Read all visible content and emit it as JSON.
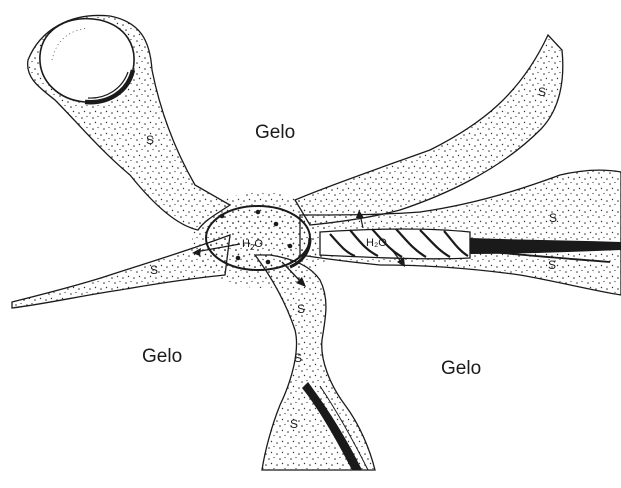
{
  "regions": {
    "top": "Gelo",
    "left": "Gelo",
    "right": "Gelo"
  },
  "solution_label": "S",
  "water_label": {
    "main": "H",
    "subscript": "2",
    "tail": "O"
  },
  "water_label_duct": "H₂O",
  "colors": {
    "ink": "#1a1a1a",
    "channel_fill": "#ffffff",
    "background": "#ffffff"
  }
}
